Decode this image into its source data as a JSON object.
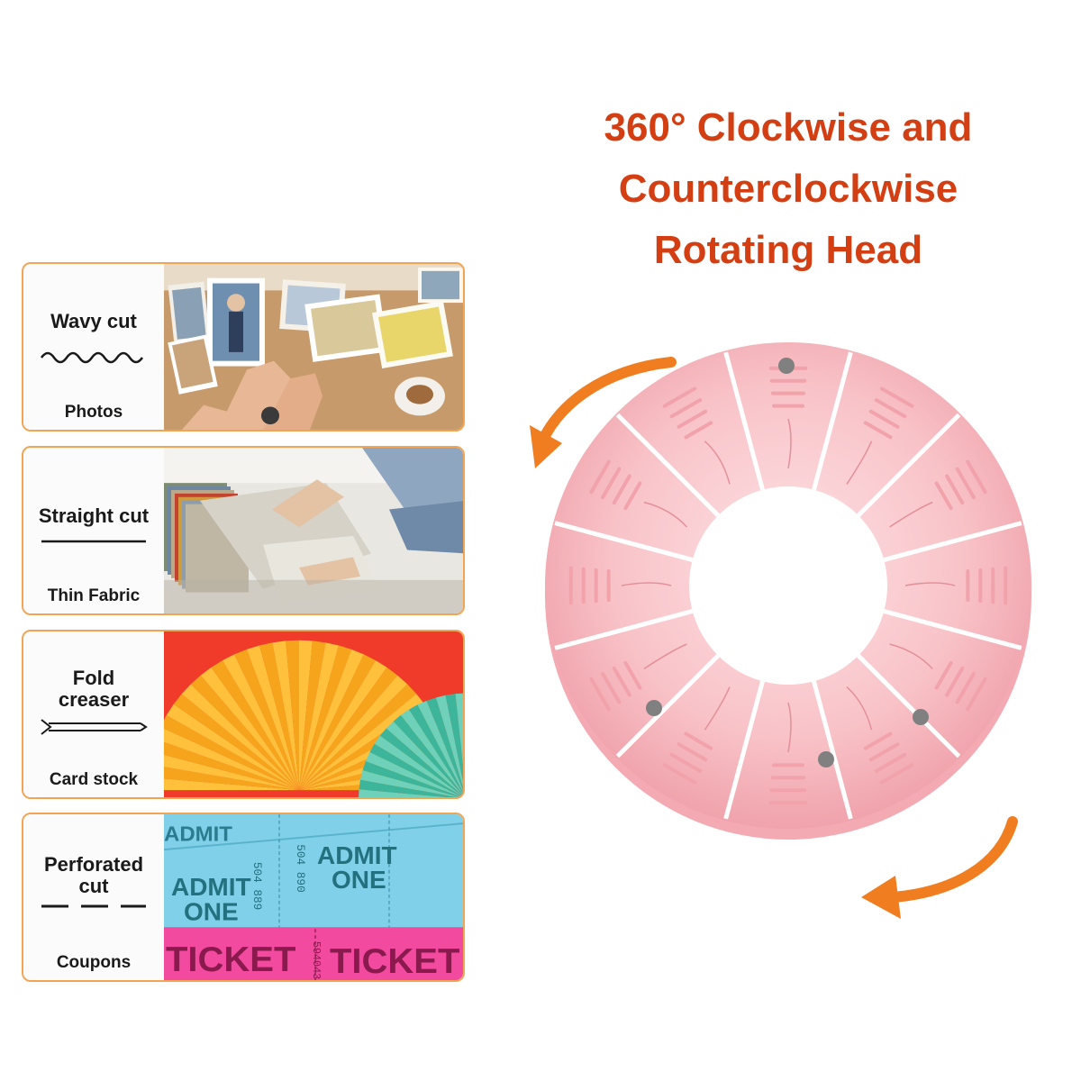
{
  "headline": {
    "line1": "360° Clockwise and",
    "line2": "Counterclockwise",
    "line3": "Rotating Head"
  },
  "features": [
    {
      "cut": "Wavy cut",
      "material": "Photos",
      "icon": "wavy-line-icon"
    },
    {
      "cut": "Straight cut",
      "material": "Thin Fabric",
      "icon": "straight-line-icon"
    },
    {
      "cut_line1": "Fold",
      "cut_line2": "creaser",
      "material": "Card stock",
      "icon": "crease-line-icon"
    },
    {
      "cut_line1": "Perforated",
      "cut_line2": "cut",
      "material": "Coupons",
      "icon": "dashed-line-icon"
    }
  ],
  "tickets": {
    "admit": "ADMIT",
    "one": "ONE",
    "ticket": "TICKET",
    "num1": "504 889",
    "num2": "504 890",
    "num3": "594043"
  },
  "colors": {
    "headline": "#d33f12",
    "card_border": "#f3a453",
    "arrow": "#f07d1f",
    "wheel": "#f6b7bd"
  }
}
